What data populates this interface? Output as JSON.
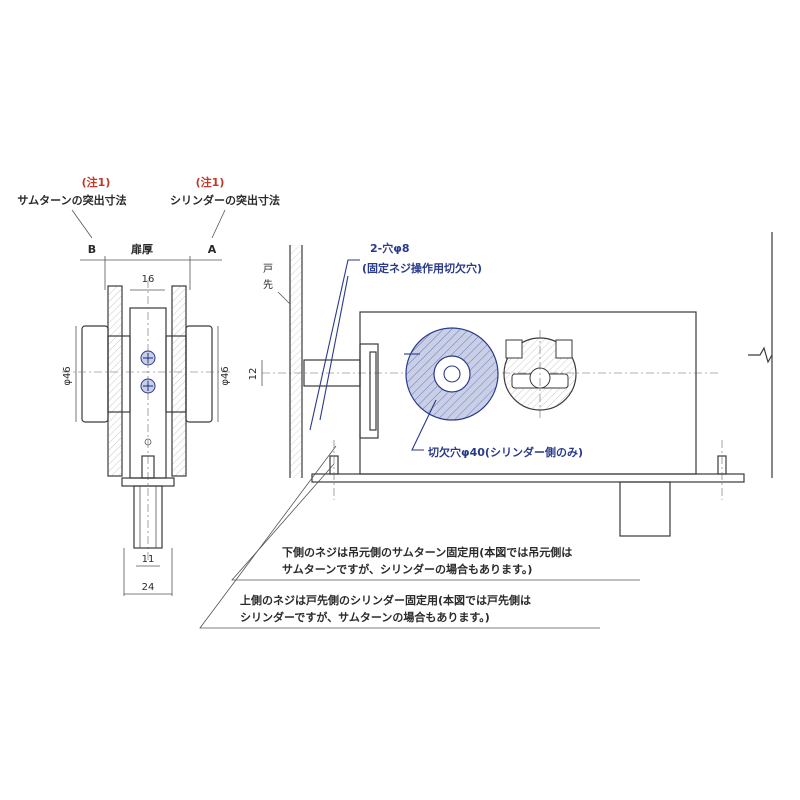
{
  "notes": {
    "left_note_tag": "(注1)",
    "left_note_text": "サムターンの突出寸法",
    "right_note_tag": "(注1)",
    "right_note_text": "シリンダーの突出寸法",
    "point_b": "B",
    "point_a": "A",
    "door_thickness": "扉厚",
    "door_edge_1": "戸",
    "door_edge_2": "先"
  },
  "dimensions": {
    "d16": "16",
    "d46_left": "φ46",
    "d46_right": "φ46",
    "d11": "11",
    "d24": "24",
    "d12": "12"
  },
  "callouts": {
    "holes_line1": "2-穴φ8",
    "holes_line2": "(固定ネジ操作用切欠穴)",
    "cutout": "切欠穴φ40(シリンダー側のみ)",
    "lower_screw_line1": "下側のネジは吊元側のサムターン固定用(本図では吊元側は",
    "lower_screw_line2": "サムターンですが、シリンダーの場合もあります。)",
    "upper_screw_line1": "上側のネジは戸先側のシリンダー固定用(本図では戸先側は",
    "upper_screw_line2": "シリンダーですが、サムターンの場合もあります。)"
  },
  "colors": {
    "line": "#3a3a3a",
    "accent_blue": "#2a3a8a",
    "note_red": "#c0392b",
    "fill_blue": "#c9cfe6"
  }
}
